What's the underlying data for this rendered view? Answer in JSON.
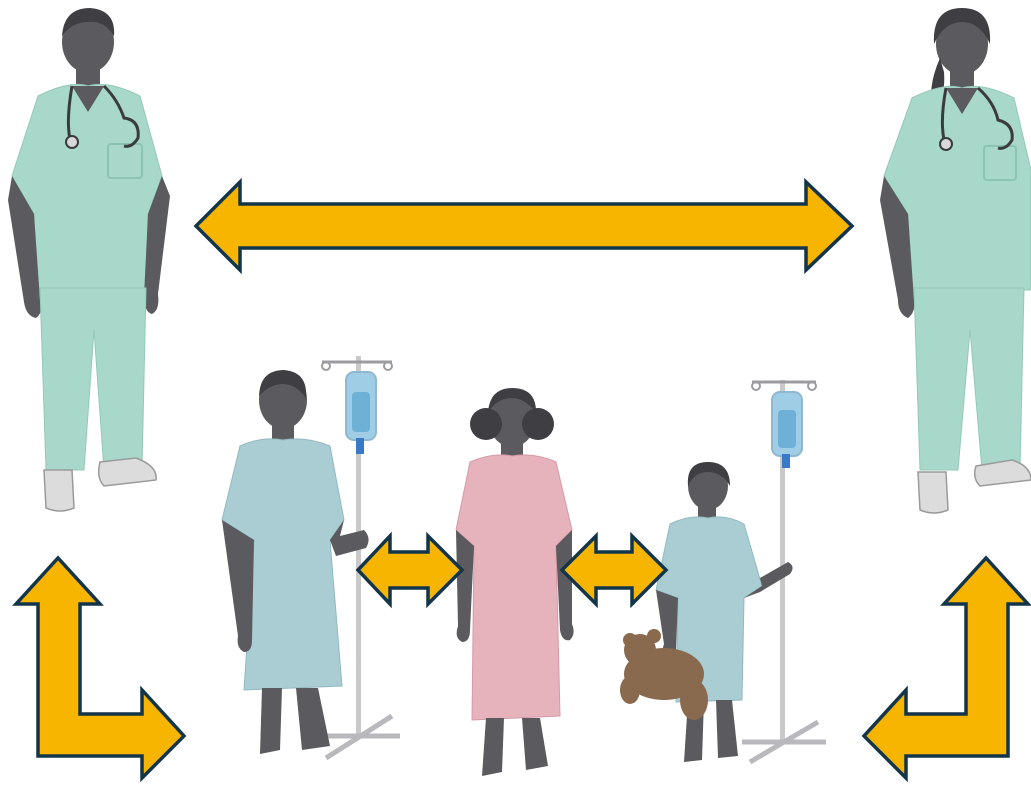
{
  "diagram": {
    "figures": [
      {
        "id": "doctor-left",
        "role": "clinician",
        "scrub_color": "#a8d8c9",
        "stethoscope": true
      },
      {
        "id": "doctor-right",
        "role": "clinician",
        "scrub_color": "#a8d8c9",
        "stethoscope": true
      },
      {
        "id": "patient-man",
        "role": "patient",
        "gown_color": "#a9cdd3",
        "iv_pole": true
      },
      {
        "id": "patient-woman",
        "role": "patient",
        "gown_color": "#e6b3bc",
        "iv_pole": false
      },
      {
        "id": "patient-child",
        "role": "patient",
        "gown_color": "#a9cdd3",
        "iv_pole": true,
        "holding": "teddy-bear"
      }
    ],
    "connections": [
      {
        "from": "doctor-left",
        "to": "doctor-right",
        "shape": "double-arrow"
      },
      {
        "from": "patient-man",
        "to": "patient-woman",
        "shape": "double-arrow"
      },
      {
        "from": "patient-woman",
        "to": "patient-child",
        "shape": "double-arrow"
      },
      {
        "from": "doctor-left",
        "to": "patient-man",
        "shape": "elbow-double-arrow"
      },
      {
        "from": "doctor-right",
        "to": "patient-child",
        "shape": "elbow-double-arrow"
      }
    ],
    "colors": {
      "arrow_fill": "#f7b500",
      "arrow_stroke": "#13354a",
      "skin": "#5b5b5f",
      "shoes": "#dcdcdc",
      "iv_bag": "#9fcde6",
      "iv_pole": "#c9c9cc",
      "teddy": "#8a6a4e"
    }
  }
}
